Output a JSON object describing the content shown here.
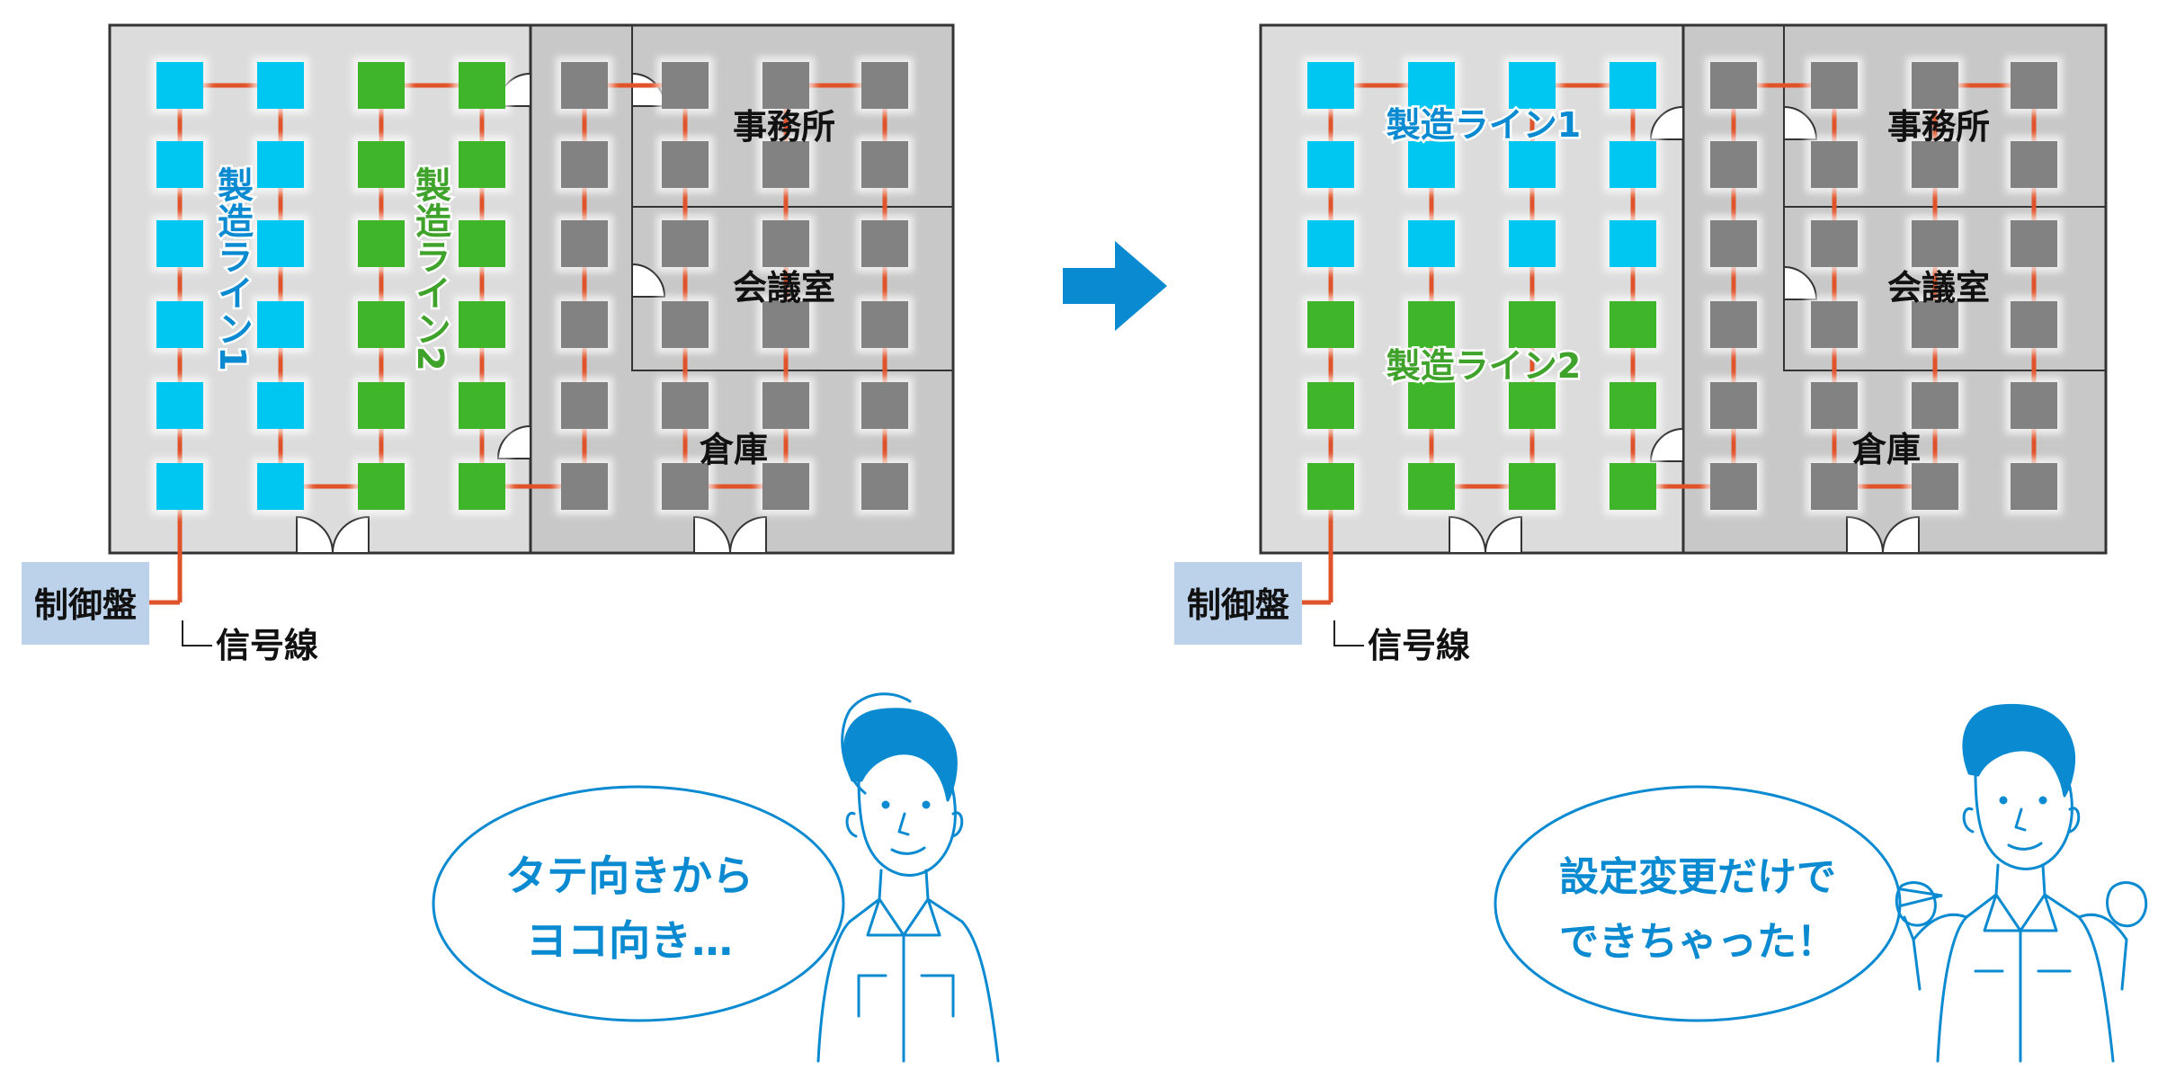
{
  "colors": {
    "line1": "#00c6f2",
    "line2": "#3fb62a",
    "unassigned": "#828282",
    "wire": "#e0532a",
    "accent": "#0a8ad1",
    "panel": "#bcd2ea",
    "floor_left": "#dcdcdc",
    "floor_right": "#c8c8c8"
  },
  "before": {
    "rooms": {
      "office": "事務所",
      "meeting": "会議室",
      "warehouse": "倉庫"
    },
    "line1_label": "製造ライン1",
    "line2_label": "製造ライン2",
    "panel_label": "制御盤",
    "signal_label": "信号線",
    "speech_line1": "タテ向きから",
    "speech_line2": "ヨコ向き…"
  },
  "after": {
    "rooms": {
      "office": "事務所",
      "meeting": "会議室",
      "warehouse": "倉庫"
    },
    "line1_label": "製造ライン1",
    "line2_label": "製造ライン2",
    "panel_label": "制御盤",
    "signal_label": "信号線",
    "speech_line1": "設定変更だけで",
    "speech_line2": "できちゃった！"
  },
  "arrow_icon": "arrow-right-icon"
}
